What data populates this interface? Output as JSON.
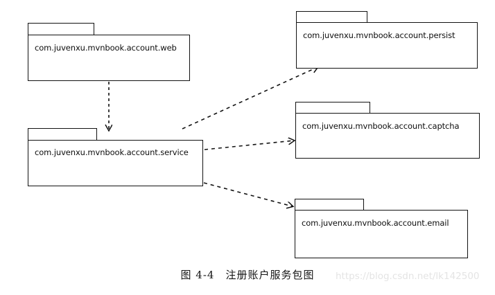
{
  "diagram": {
    "type": "uml-package-diagram",
    "background_color": "#ffffff",
    "line_color": "#111111",
    "packages": [
      {
        "id": "web",
        "label": "com.juvenxu.mvnbook.account.web"
      },
      {
        "id": "service",
        "label": "com.juvenxu.mvnbook.account.service"
      },
      {
        "id": "persist",
        "label": "com.juvenxu.mvnbook.account.persist"
      },
      {
        "id": "captcha",
        "label": "com.juvenxu.mvnbook.account.captcha"
      },
      {
        "id": "email",
        "label": "com.juvenxu.mvnbook.account.email"
      }
    ],
    "dependencies": [
      {
        "from": "web",
        "to": "service",
        "style": "dashed",
        "arrow": "open"
      },
      {
        "from": "service",
        "to": "persist",
        "style": "dashed",
        "arrow": "open"
      },
      {
        "from": "service",
        "to": "captcha",
        "style": "dashed",
        "arrow": "open"
      },
      {
        "from": "service",
        "to": "email",
        "style": "dashed",
        "arrow": "open"
      }
    ]
  },
  "caption": {
    "text": "图 4-4　注册账户服务包图"
  },
  "watermark": {
    "text": "https://blog.csdn.net/lk142500",
    "color": "#e4e4e4"
  }
}
